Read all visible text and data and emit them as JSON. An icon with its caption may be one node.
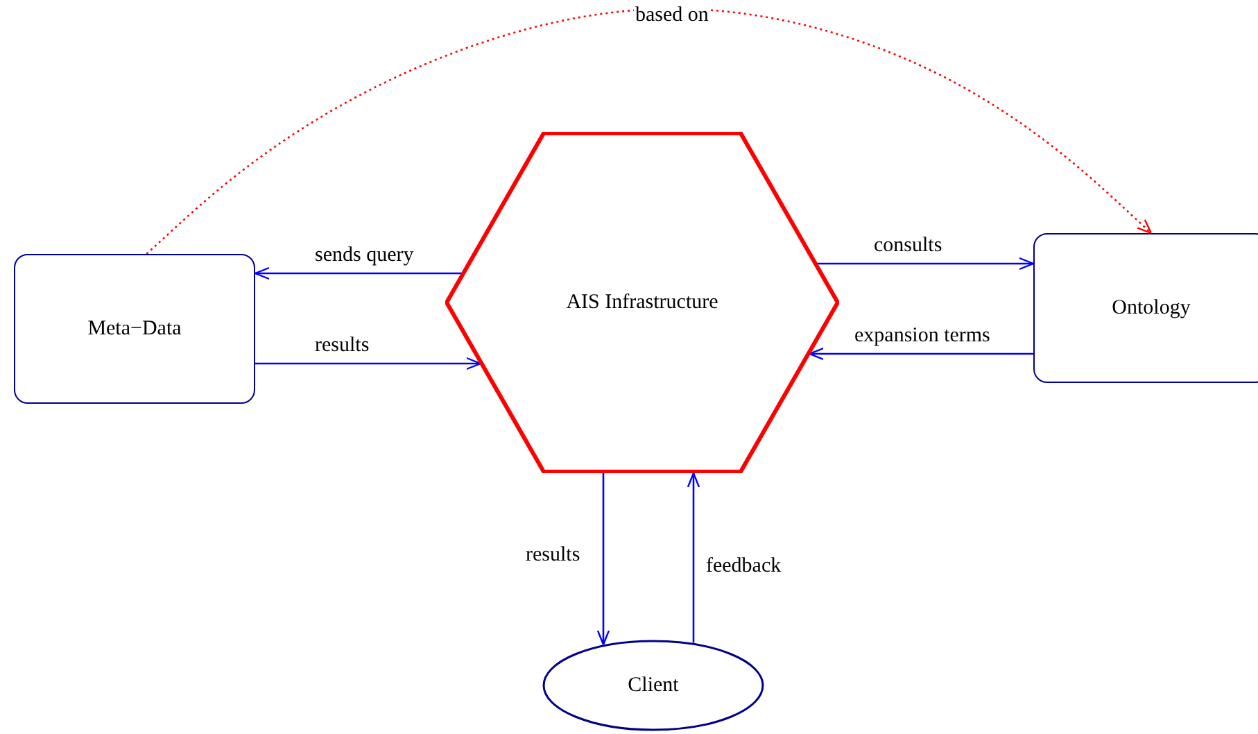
{
  "diagram": {
    "nodes": [
      {
        "text": [
          "Meta−Data"
        ]
      },
      {
        "text": [
          "AIS Infrastructure"
        ]
      },
      {
        "text": [
          "Ontology"
        ]
      },
      {
        "text": [
          "Client"
        ]
      }
    ],
    "edges": [
      {
        "from": 1,
        "to": 0,
        "arrow": "to",
        "label": "sends query"
      },
      {
        "from": 0,
        "to": 1,
        "arrow": "to",
        "label": "results"
      },
      {
        "from": 1,
        "to": 2,
        "arrow": "to",
        "label": "consults"
      },
      {
        "from": 2,
        "to": 1,
        "arrow": "to",
        "label": "expansion terms"
      },
      {
        "from": 1,
        "to": 3,
        "arrow": "to",
        "label": "results"
      },
      {
        "from": 3,
        "to": 1,
        "arrow": "to",
        "label": "feedback"
      },
      {
        "from": 0,
        "to": 2,
        "arrow": "to",
        "label": "based on",
        "style": "dashed",
        "color": "#ff0000"
      }
    ]
  }
}
